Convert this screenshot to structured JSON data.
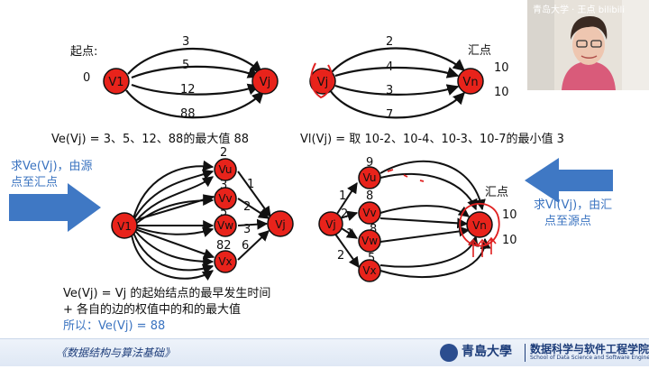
{
  "slide": {
    "top_left": {
      "start_label": "起点:",
      "start_value": "0",
      "nodes": [
        "V1",
        "Vj"
      ],
      "edge_weights": [
        "3",
        "5",
        "12",
        "88"
      ],
      "caption": "Ve(Vj) = 3、5、12、88的最大值 88"
    },
    "top_right": {
      "sink_label": "汇点",
      "sink_values": [
        "10",
        "10"
      ],
      "nodes": [
        "Vj",
        "Vn"
      ],
      "edge_weights": [
        "2",
        "4",
        "3",
        "7"
      ],
      "caption": "Vl(Vj) = 取 10-2、10-4、10-3、10-7的最小值 3"
    },
    "left_arrow_text": [
      "求Ve(Vj)，由源",
      "点至汇点"
    ],
    "right_arrow_text": [
      "求Vl(Vj)，由汇",
      "点至源点"
    ],
    "bottom_left": {
      "nodes": [
        "V1",
        "Vu",
        "Vv",
        "Vw",
        "Vx",
        "Vj"
      ],
      "weights": [
        "2",
        "3",
        "5",
        "82",
        "1",
        "2",
        "3",
        "6"
      ]
    },
    "bottom_right": {
      "sink_label": "汇点",
      "sink_values": [
        "10",
        "10"
      ],
      "nodes": [
        "Vj",
        "Vu",
        "Vv",
        "Vw",
        "Vx",
        "Vn"
      ],
      "weights": [
        "9",
        "8",
        "8",
        "5",
        "1",
        "2",
        "1",
        "2"
      ]
    },
    "explanation": {
      "line1": "Ve(Vj) = Vj 的起始结点的最早发生时间",
      "line2": "+ 各自的边的权值中的和的最大值",
      "line3": "所以：Ve(Vj) = 88"
    }
  },
  "footer": {
    "course": "《数据结构与算法基础》",
    "university": "青島大學",
    "school": "数据科学与软件工程学院",
    "school_en": "School of Data Science and Software Engineering"
  },
  "webcam": {
    "watermark": "青岛大学 · 王点 bilibili"
  },
  "colors": {
    "node_fill": "#e8231b",
    "arrow_blue": "#3f78c4",
    "text_blue": "#3a73c0",
    "annotation_red": "#e02020"
  }
}
